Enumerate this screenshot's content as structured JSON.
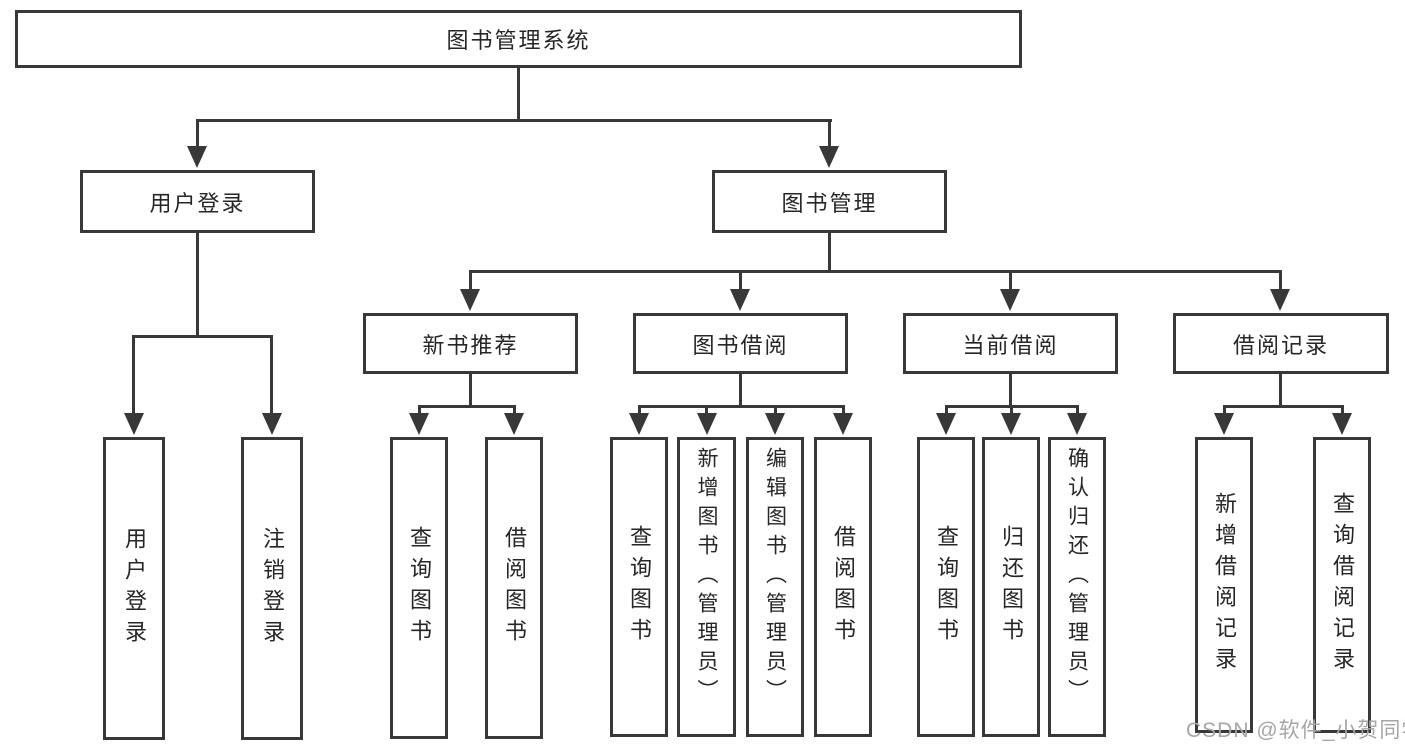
{
  "diagram": {
    "title": "图书管理系统"
  },
  "tree": {
    "label": "图书管理系统",
    "children": [
      {
        "label": "用户登录",
        "children": [
          {
            "label": "用户登录"
          },
          {
            "label": "注销登录"
          }
        ]
      },
      {
        "label": "图书管理",
        "children": [
          {
            "label": "新书推荐",
            "children": [
              {
                "label": "查询图书"
              },
              {
                "label": "借阅图书"
              }
            ]
          },
          {
            "label": "图书借阅",
            "children": [
              {
                "label": "查询图书"
              },
              {
                "label": "新增图书（管理员）"
              },
              {
                "label": "编辑图书（管理员）"
              },
              {
                "label": "借阅图书"
              }
            ]
          },
          {
            "label": "当前借阅",
            "children": [
              {
                "label": "查询图书"
              },
              {
                "label": "归还图书"
              },
              {
                "label": "确认归还（管理员）"
              }
            ]
          },
          {
            "label": "借阅记录",
            "children": [
              {
                "label": "新增借阅记录"
              },
              {
                "label": "查询借阅记录"
              }
            ]
          }
        ]
      }
    ]
  },
  "watermark": {
    "text": "CSDN @软件_小贺同学"
  },
  "colors": {
    "line": "#383838",
    "text": "#262626",
    "watermark": "#a6a6a6",
    "background": "#ffffff"
  }
}
